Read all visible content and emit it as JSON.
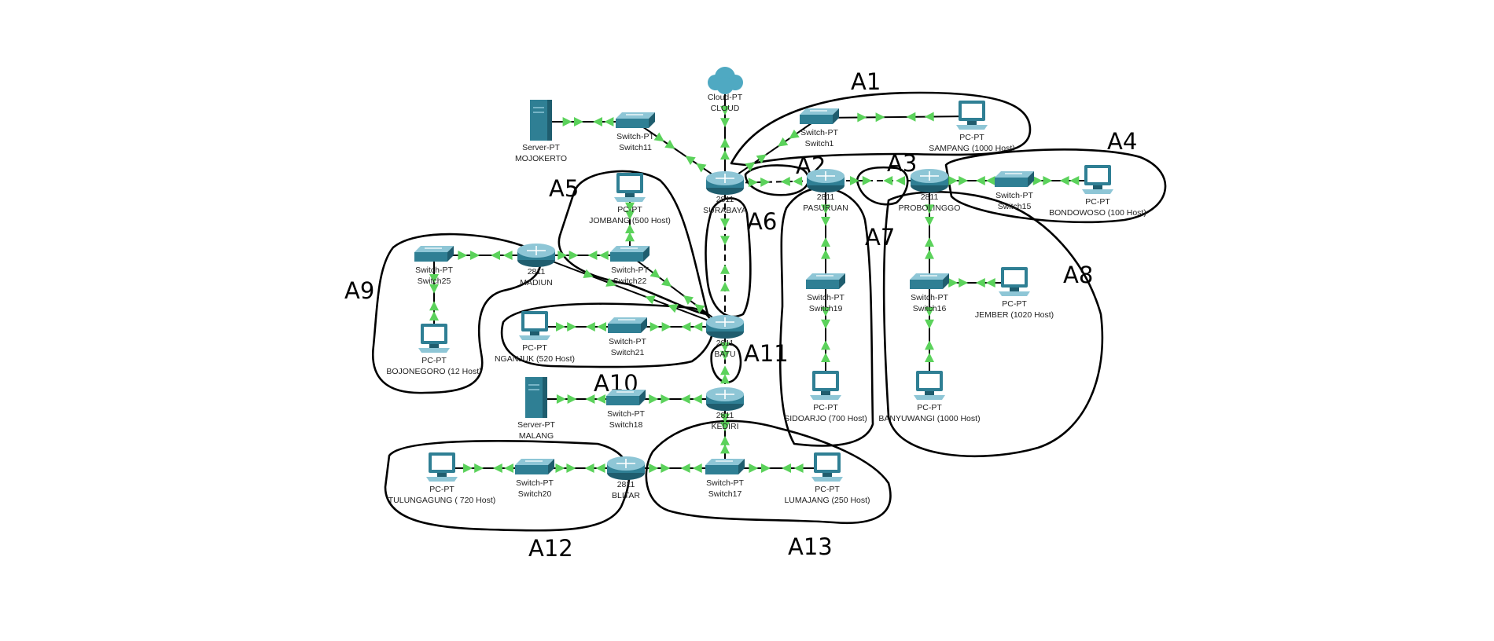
{
  "colors": {
    "device": "#2f7f94",
    "device_dark": "#1f5d6e",
    "link_arrow": "#5bd25b",
    "outline": "#000000",
    "cloud": "#4fa9c2"
  },
  "devices": {
    "cloud": {
      "type": "Cloud-PT",
      "name": "CLOUD",
      "icon": "cloud-icon"
    },
    "mojokerto": {
      "type": "Server-PT",
      "name": "MOJOKERTO",
      "icon": "server-icon"
    },
    "switch11": {
      "type": "Switch-PT",
      "name": "Switch11",
      "icon": "switch-icon"
    },
    "switch1": {
      "type": "Switch-PT",
      "name": "Switch1",
      "icon": "switch-icon"
    },
    "sampang": {
      "type": "PC-PT",
      "name": "SAMPANG (1000 Host)",
      "icon": "pc-icon"
    },
    "surabaya": {
      "type": "2811",
      "name": "SURABAYA",
      "icon": "router-icon"
    },
    "pasuruan": {
      "type": "2811",
      "name": "PASURUAN",
      "icon": "router-icon"
    },
    "probolinggo": {
      "type": "2811",
      "name": "PROBOLINGGO",
      "icon": "router-icon"
    },
    "switch15": {
      "type": "Switch-PT",
      "name": "Switch15",
      "icon": "switch-icon"
    },
    "bondowoso": {
      "type": "PC-PT",
      "name": "BONDOWOSO (100 Host)",
      "icon": "pc-icon"
    },
    "jombang": {
      "type": "PC-PT",
      "name": "JOMBANG (500 Host)",
      "icon": "pc-icon"
    },
    "switch22": {
      "type": "Switch-PT",
      "name": "Switch22",
      "icon": "switch-icon"
    },
    "madiun": {
      "type": "2811",
      "name": "MADIUN",
      "icon": "router-icon"
    },
    "switch25": {
      "type": "Switch-PT",
      "name": "Switch25",
      "icon": "switch-icon"
    },
    "bojonegoro": {
      "type": "PC-PT",
      "name": "BOJONEGORO (12 Host)",
      "icon": "pc-icon"
    },
    "nganjuk": {
      "type": "PC-PT",
      "name": "NGANJUK (520 Host)",
      "icon": "pc-icon"
    },
    "switch21": {
      "type": "Switch-PT",
      "name": "Switch21",
      "icon": "switch-icon"
    },
    "batu": {
      "type": "2811",
      "name": "BATU",
      "icon": "router-icon"
    },
    "switch19": {
      "type": "Switch-PT",
      "name": "Switch19",
      "icon": "switch-icon"
    },
    "sidoarjo": {
      "type": "PC-PT",
      "name": "SIDOARJO (700 Host)",
      "icon": "pc-icon"
    },
    "switch16": {
      "type": "Switch-PT",
      "name": "Switch16",
      "icon": "switch-icon"
    },
    "jember": {
      "type": "PC-PT",
      "name": "JEMBER (1020 Host)",
      "icon": "pc-icon"
    },
    "banyuwangi": {
      "type": "PC-PT",
      "name": "BANYUWANGI (1000 Host)",
      "icon": "pc-icon"
    },
    "malang": {
      "type": "Server-PT",
      "name": "MALANG",
      "icon": "server-icon"
    },
    "switch18": {
      "type": "Switch-PT",
      "name": "Switch18",
      "icon": "switch-icon"
    },
    "kediri": {
      "type": "2811",
      "name": "KEDIRI",
      "icon": "router-icon"
    },
    "tulungagung": {
      "type": "PC-PT",
      "name": "TULUNGAGUNG ( 720 Host)",
      "icon": "pc-icon"
    },
    "switch20": {
      "type": "Switch-PT",
      "name": "Switch20",
      "icon": "switch-icon"
    },
    "blitar": {
      "type": "2811",
      "name": "BLITAR",
      "icon": "router-icon"
    },
    "switch17": {
      "type": "Switch-PT",
      "name": "Switch17",
      "icon": "switch-icon"
    },
    "lumajang": {
      "type": "PC-PT",
      "name": "LUMAJANG (250 Host)",
      "icon": "pc-icon"
    }
  },
  "links": [
    [
      "cloud",
      "surabaya"
    ],
    [
      "mojokerto",
      "switch11"
    ],
    [
      "switch11",
      "surabaya"
    ],
    [
      "switch1",
      "surabaya"
    ],
    [
      "switch1",
      "sampang"
    ],
    [
      "surabaya",
      "pasuruan",
      "dashed"
    ],
    [
      "pasuruan",
      "probolinggo",
      "dashed"
    ],
    [
      "probolinggo",
      "switch15"
    ],
    [
      "switch15",
      "bondowoso"
    ],
    [
      "jombang",
      "switch22"
    ],
    [
      "switch22",
      "madiun"
    ],
    [
      "switch22",
      "batu"
    ],
    [
      "madiun",
      "switch25"
    ],
    [
      "switch25",
      "bojonegoro"
    ],
    [
      "madiun",
      "batu"
    ],
    [
      "surabaya",
      "batu",
      "dashed"
    ],
    [
      "nganjuk",
      "switch21"
    ],
    [
      "switch21",
      "batu"
    ],
    [
      "batu",
      "kediri",
      "dashed"
    ],
    [
      "pasuruan",
      "switch19"
    ],
    [
      "switch19",
      "sidoarjo"
    ],
    [
      "probolinggo",
      "switch16"
    ],
    [
      "switch16",
      "jember"
    ],
    [
      "switch16",
      "banyuwangi"
    ],
    [
      "malang",
      "switch18"
    ],
    [
      "switch18",
      "kediri"
    ],
    [
      "kediri",
      "switch17"
    ],
    [
      "tulungagung",
      "switch20"
    ],
    [
      "switch20",
      "blitar"
    ],
    [
      "blitar",
      "switch17"
    ],
    [
      "switch17",
      "lumajang"
    ]
  ],
  "areas": [
    "A1",
    "A2",
    "A3",
    "A4",
    "A5",
    "A6",
    "A7",
    "A8",
    "A9",
    "A10",
    "A11",
    "A12",
    "A13"
  ]
}
